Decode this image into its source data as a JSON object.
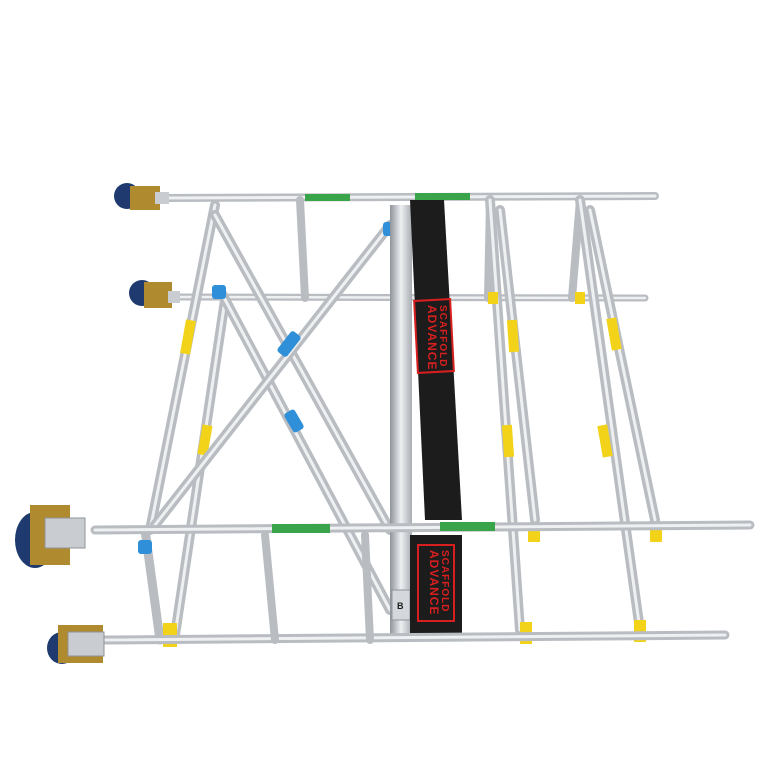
{
  "photo": {
    "subject": "aluminium scaffold tower frame on castor wheels",
    "background_color": "#ffffff",
    "colors": {
      "aluminium": "#c9ccd0",
      "aluminium_shadow": "#8f949a",
      "brace_blue": "#2f8fd8",
      "collar_yellow": "#f2d31a",
      "band_green": "#3aa44a",
      "board_black": "#1c1c1c",
      "brand_red": "#d81f1f",
      "wheel_blue": "#1e3a6e",
      "bracket_gold": "#b08a2e"
    }
  },
  "branding": {
    "line1": "ADVANCE",
    "line2": "SCAFFOLD"
  },
  "tag_letter": "B"
}
